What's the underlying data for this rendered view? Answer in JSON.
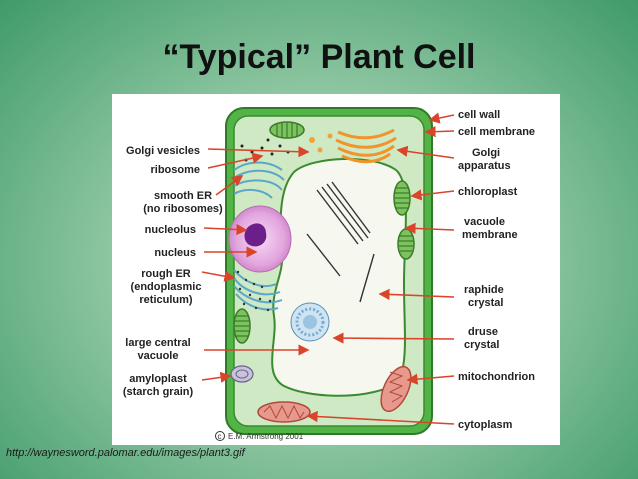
{
  "title": "“Typical” Plant Cell",
  "source_url": "http://waynesword.palomar.edu/images/plant3.gif",
  "copyright": "E.M. Armstrong 2001",
  "labels_left": {
    "golgi_vesicles": "Golgi vesicles",
    "ribosome": "ribosome",
    "smooth_er_1": "smooth ER",
    "smooth_er_2": "(no ribosomes)",
    "nucleolus": "nucleolus",
    "nucleus": "nucleus",
    "rough_er_1": "rough ER",
    "rough_er_2": "(endoplasmic",
    "rough_er_3": "reticulum)",
    "vacuole_1": "large central",
    "vacuole_2": "vacuole",
    "amyloplast_1": "amyloplast",
    "amyloplast_2": "(starch grain)"
  },
  "labels_right": {
    "cell_wall": "cell wall",
    "cell_membrane": "cell membrane",
    "golgi_1": "Golgi",
    "golgi_2": "apparatus",
    "chloroplast": "chloroplast",
    "vacuole_membrane_1": "vacuole",
    "vacuole_membrane_2": "membrane",
    "raphide_1": "raphide",
    "raphide_2": "crystal",
    "druse_1": "druse",
    "druse_2": "crystal",
    "mitochondrion": "mitochondrion",
    "cytoplasm": "cytoplasm"
  },
  "colors": {
    "cell_wall": "#4caf3f",
    "cytoplasm": "#cfe9c4",
    "vacuole": "#f4f7ee",
    "arrow": "#d9442b",
    "nucleus": "#e9b7e7",
    "nucleolus": "#6a1f8a"
  }
}
